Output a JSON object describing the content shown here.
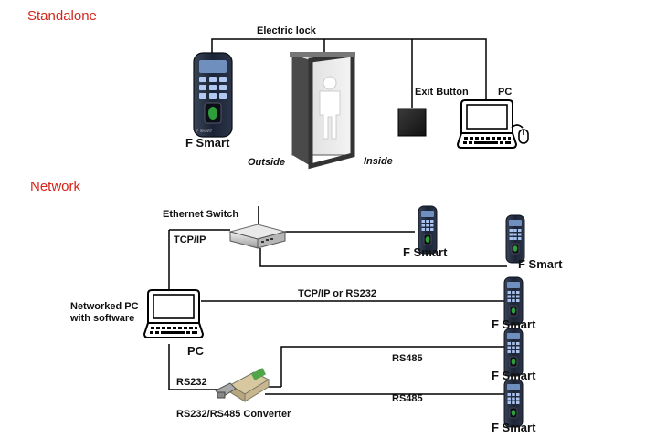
{
  "sections": {
    "standalone": "Standalone",
    "network": "Network"
  },
  "standalone": {
    "electric_lock": "Electric lock",
    "exit_button": "Exit Button",
    "pc": "PC",
    "device": "F Smart",
    "outside": "Outside",
    "inside": "Inside"
  },
  "network": {
    "ethernet_switch": "Ethernet Switch",
    "tcp_ip": "TCP/IP",
    "networked_pc_line1": "Networked PC",
    "networked_pc_line2": "with software",
    "pc": "PC",
    "tcp_ip_rs232": "TCP/IP or RS232",
    "rs232": "RS232",
    "rs485_1": "RS485",
    "rs485_2": "RS485",
    "converter": "RS232/RS485 Converter",
    "devices": [
      "F Smart",
      "F Smart",
      "F Smart",
      "F Smart",
      "F Smart"
    ]
  },
  "colors": {
    "section_title": "#d6241b",
    "device_body": "#1e2a3c",
    "keypad": "#9fb8e8"
  }
}
